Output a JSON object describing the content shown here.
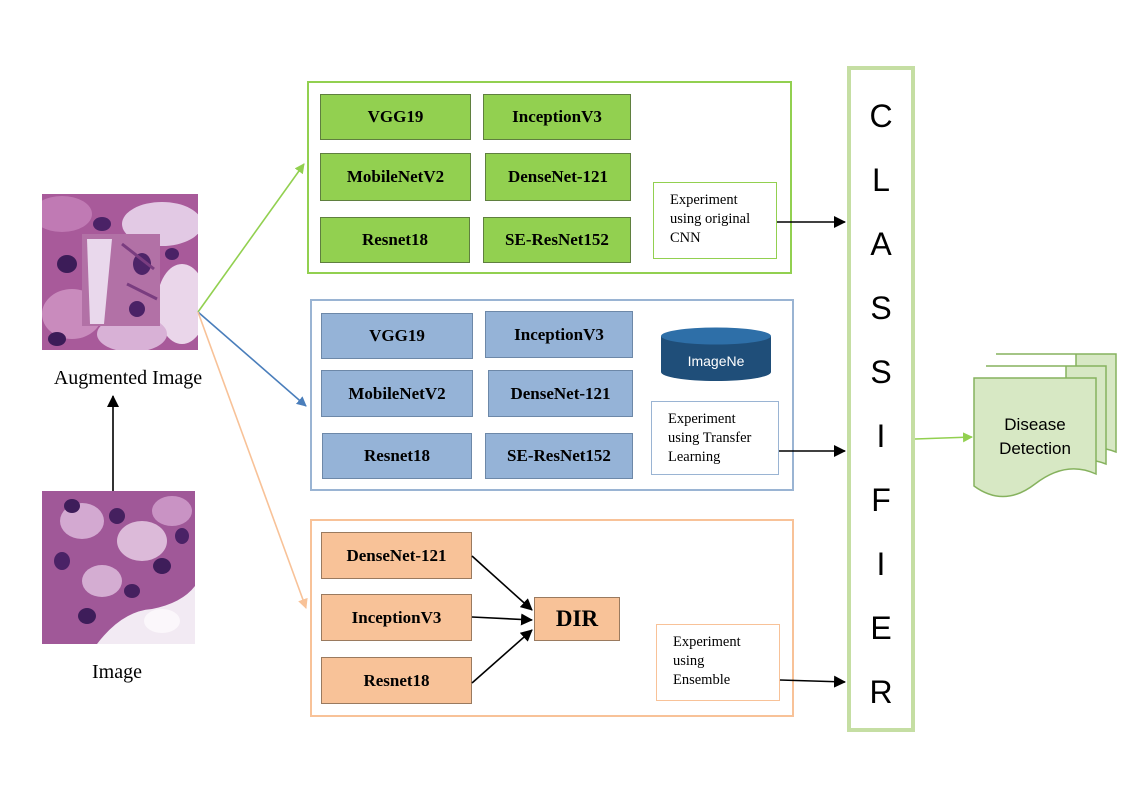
{
  "images": {
    "augmented_label": "Augmented Image",
    "original_label": "Image"
  },
  "panel_original": {
    "models": [
      "VGG19",
      "InceptionV3",
      "MobileNetV2",
      "DenseNet-121",
      "Resnet18",
      "SE-ResNet152"
    ],
    "note": "Experiment\nusing original\nCNN",
    "color": "#92d050"
  },
  "panel_transfer": {
    "models": [
      "VGG19",
      "InceptionV3",
      "MobileNetV2",
      "DenseNet-121",
      "Resnet18",
      "SE-ResNet152"
    ],
    "database_label": "ImageNe",
    "note": "Experiment\nusing Transfer\nLearning",
    "color": "#95b3d7"
  },
  "panel_ensemble": {
    "models": [
      "DenseNet-121",
      "InceptionV3",
      "Resnet18"
    ],
    "combiner": "DIR",
    "note": "Experiment\nusing\nEnsemble",
    "color": "#f8c298"
  },
  "classifier": {
    "letters": [
      "C",
      "L",
      "A",
      "S",
      "S",
      "I",
      "F",
      "I",
      "E",
      "R"
    ]
  },
  "output": {
    "label_line1": "Disease",
    "label_line2": "Detection"
  }
}
